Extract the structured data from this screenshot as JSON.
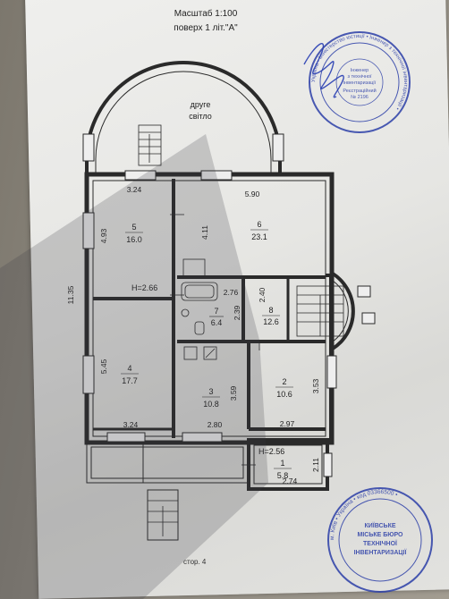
{
  "header": {
    "scale": "Масштаб 1:100",
    "floor": "поверх 1 літ.\"А\""
  },
  "rooms": [
    {
      "num": "5",
      "area": "16.0"
    },
    {
      "num": "6",
      "area": "23.1"
    },
    {
      "num": "7",
      "area": "6.4"
    },
    {
      "num": "8",
      "area": "12.6"
    },
    {
      "num": "4",
      "area": "17.7"
    },
    {
      "num": "3",
      "area": "10.8"
    },
    {
      "num": "2",
      "area": "10.6"
    },
    {
      "num": "1",
      "area": "5.8"
    }
  ],
  "labels": {
    "second_light_1": "друге",
    "second_light_2": "світло",
    "height_1": "H=2.66",
    "height_2": "H=2.56"
  },
  "dims": {
    "d324a": "3.24",
    "d590": "5.90",
    "d493": "4.93",
    "d411": "4.11",
    "d1135": "11.35",
    "d276": "2.76",
    "d240": "2.40",
    "d239": "2.39",
    "d545": "5.45",
    "d359": "3.59",
    "d353": "3.53",
    "d324b": "3.24",
    "d280": "2.80",
    "d297": "2.97",
    "d211": "2.11",
    "d274": "2.74"
  },
  "footer": {
    "page": "стор. 4"
  },
  "stamp1": {
    "ring": "Україна • Міністерство юстиції • Інженер з технічної інвентаризації •",
    "l1": "Інженер",
    "l2": "з технічної",
    "l3": "інвентаризації",
    "l4": "Реєстраційний",
    "l5": "№ 2196"
  },
  "stamp2": {
    "ring": "м. Київ • Україна • код 03366500 •",
    "l1": "КИЇВСЬКЕ",
    "l2": "МІСЬКЕ БЮРО",
    "l3": "ТЕХНІЧНОЇ",
    "l4": "ІНВЕНТАРИЗАЦІЇ"
  }
}
